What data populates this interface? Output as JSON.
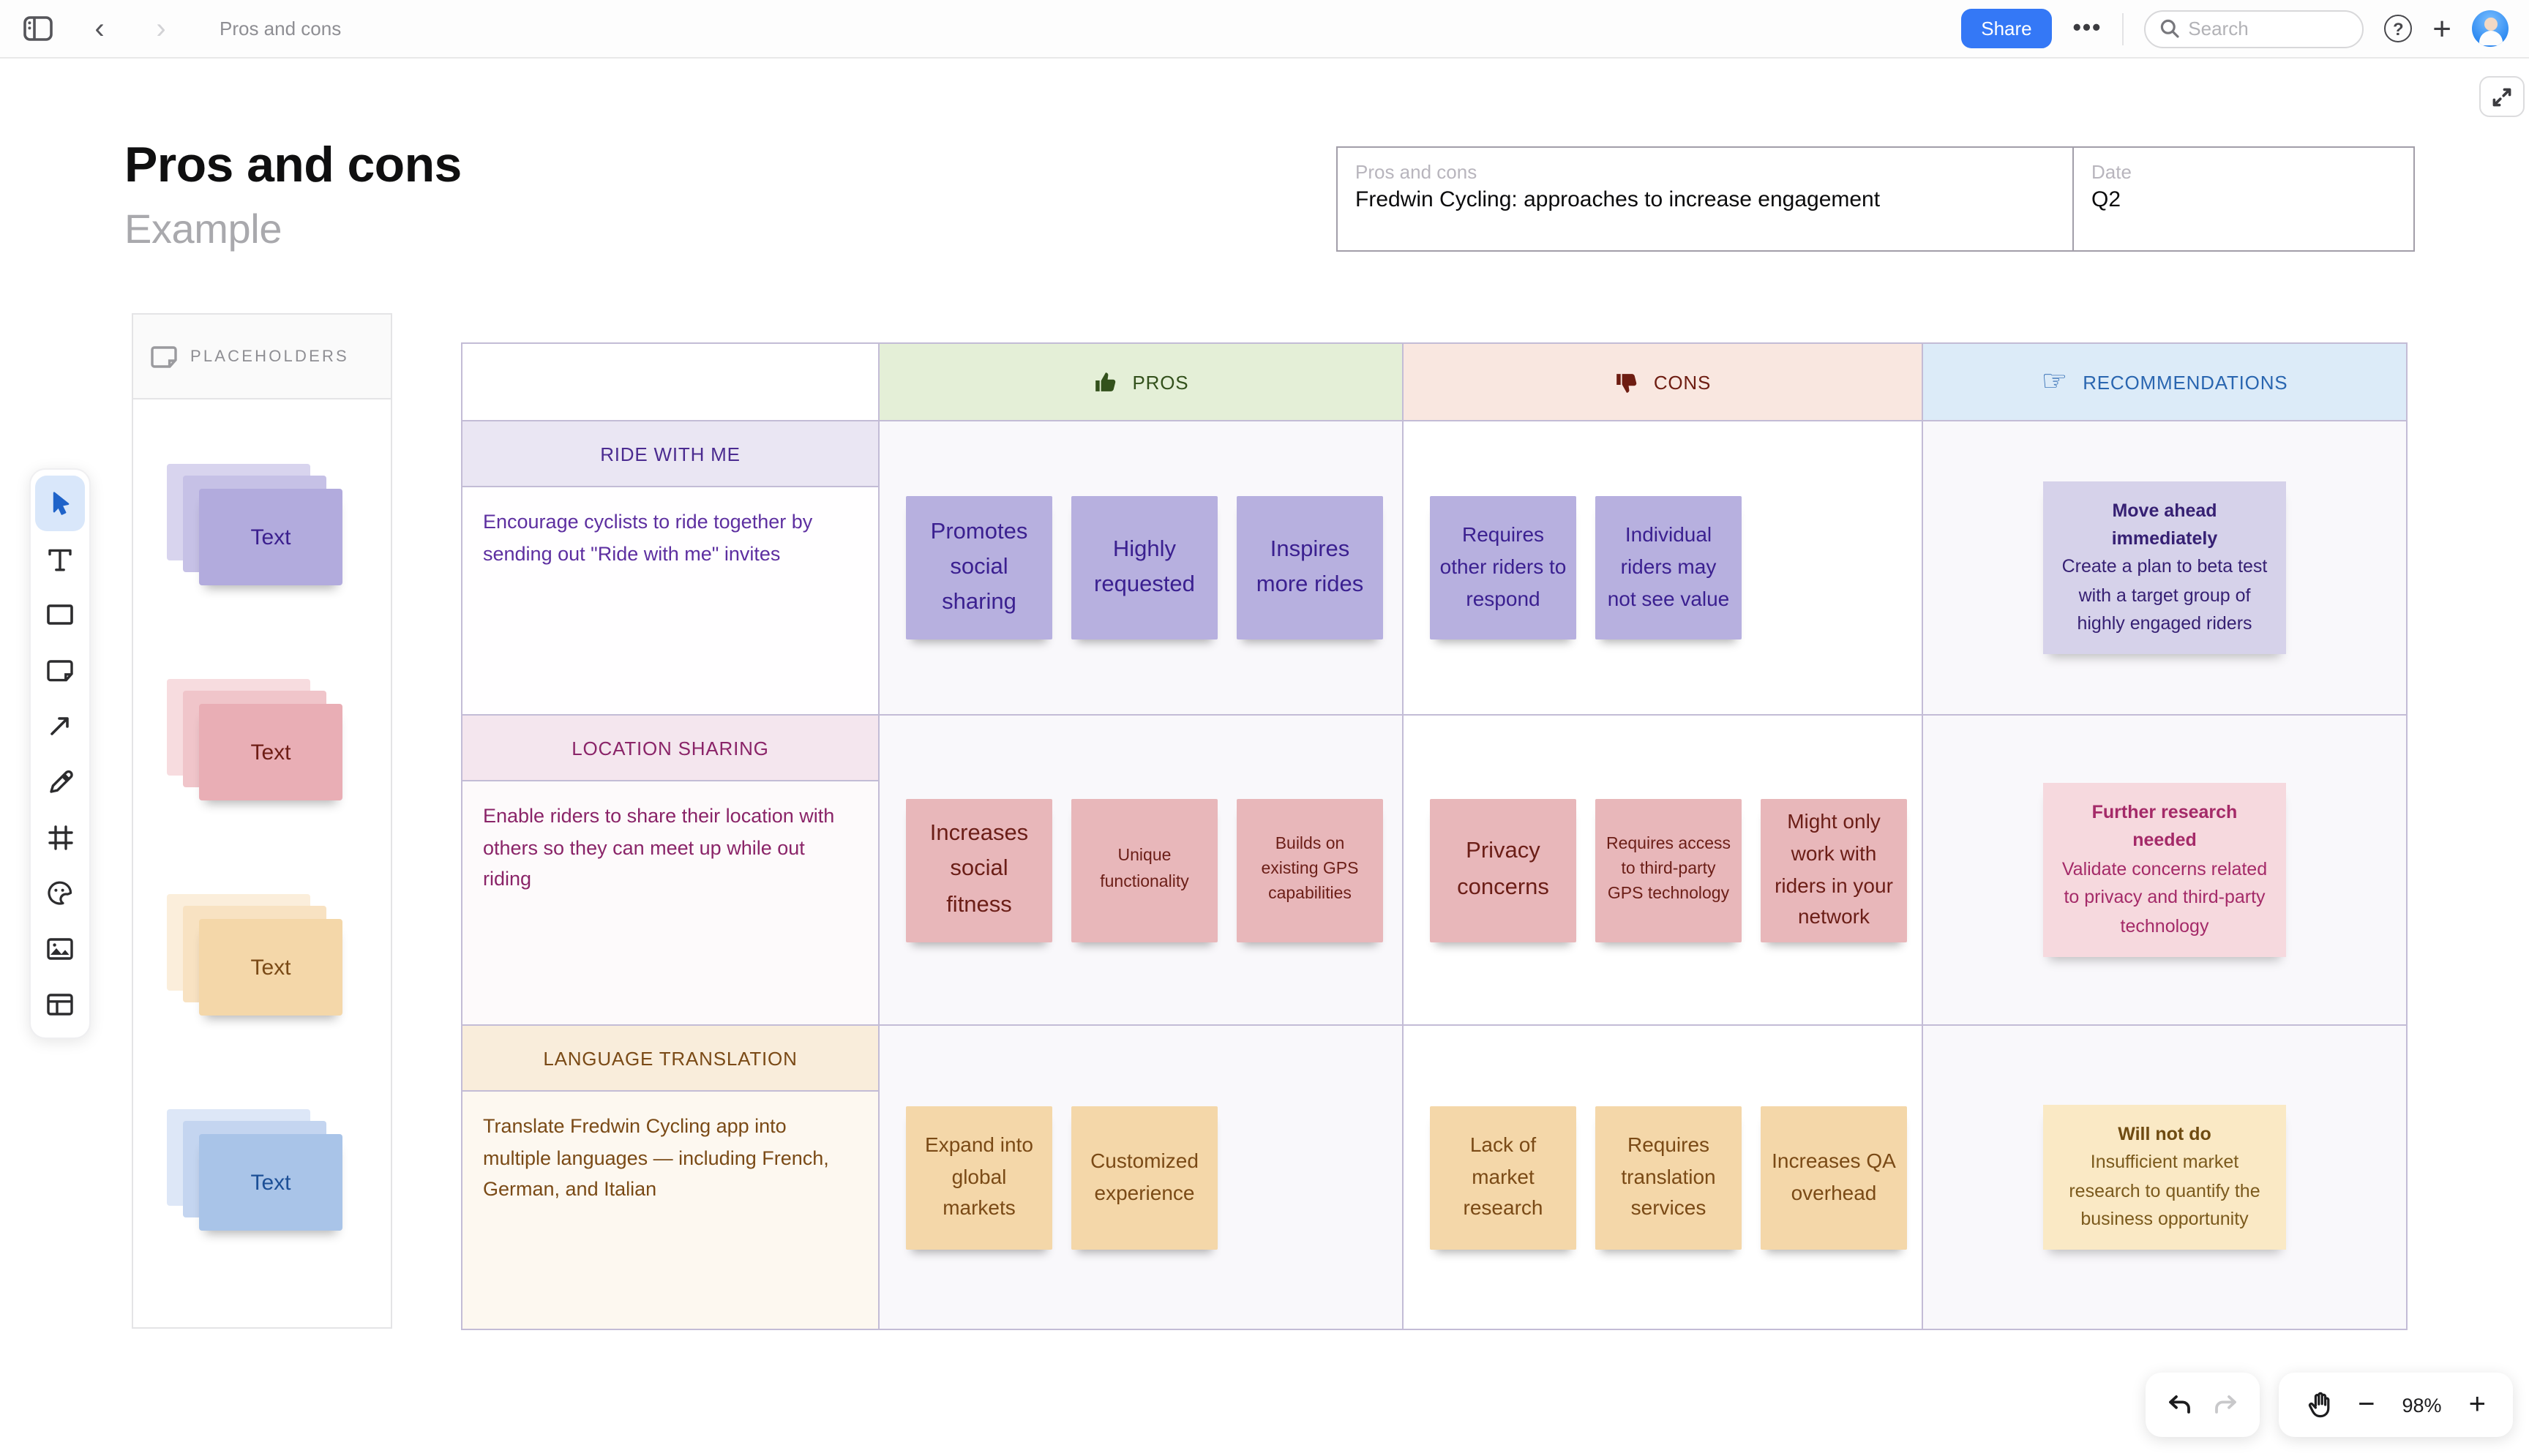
{
  "topbar": {
    "breadcrumb": "Pros and cons",
    "share_label": "Share",
    "more_label": "…",
    "search_placeholder": "Search",
    "icons": [
      "sidebar-icon",
      "back-chevron",
      "forward-chevron",
      "more-icon",
      "search-icon",
      "help-icon",
      "plus-icon",
      "avatar"
    ]
  },
  "canvas": {
    "title": "Pros and cons",
    "subtitle": "Example",
    "expand_icon": "expand-icon"
  },
  "info_table": {
    "name_label": "Pros and cons",
    "name_value": "Fredwin Cycling: approaches to increase engagement",
    "date_label": "Date",
    "date_value": "Q2"
  },
  "placeholders": {
    "header": "PLACEHOLDERS",
    "header_icon": "sticky-note-icon",
    "stacks": [
      {
        "theme": "purple",
        "label": "Text"
      },
      {
        "theme": "red",
        "label": "Text"
      },
      {
        "theme": "orange",
        "label": "Text"
      },
      {
        "theme": "blue",
        "label": "Text"
      }
    ]
  },
  "tool_rail": {
    "active_tool": "select",
    "tools": [
      "select",
      "text",
      "shape",
      "sticky-note",
      "connector",
      "pen",
      "frame",
      "sticker",
      "media",
      "table"
    ]
  },
  "matrix": {
    "columns": [
      {
        "key": "pros",
        "label": "PROS",
        "icon": "thumbs-up-icon"
      },
      {
        "key": "cons",
        "label": "CONS",
        "icon": "thumbs-down-icon"
      },
      {
        "key": "recommendations",
        "label": "RECOMMENDATIONS",
        "icon": "pointing-hand-icon"
      }
    ],
    "rows": [
      {
        "theme": "purple",
        "title": "RIDE WITH ME",
        "description": "Encourage cyclists to ride together by sending out \"Ride with me\" invites",
        "pros": [
          {
            "text": "Promotes social sharing",
            "size": "lg"
          },
          {
            "text": "Highly requested",
            "size": "lg"
          },
          {
            "text": "Inspires more rides",
            "size": "lg"
          }
        ],
        "cons": [
          {
            "text": "Requires other riders to respond",
            "size": "md"
          },
          {
            "text": "Individual riders may not see value",
            "size": "md"
          }
        ],
        "recommendation": {
          "title": "Move ahead immediately",
          "body": "Create a plan to beta test with a target group of highly engaged riders"
        }
      },
      {
        "theme": "pink",
        "title": "LOCATION SHARING",
        "description": "Enable riders to share their location with others so they can meet up while out riding",
        "pros": [
          {
            "text": "Increases social fitness",
            "size": "lg"
          },
          {
            "text": "Unique functionality",
            "size": "sm"
          },
          {
            "text": "Builds on existing GPS capabilities",
            "size": "sm"
          }
        ],
        "cons": [
          {
            "text": "Privacy concerns",
            "size": "lg"
          },
          {
            "text": "Requires access to third-party GPS technology",
            "size": "sm"
          },
          {
            "text": "Might only work with riders in your network",
            "size": "md"
          }
        ],
        "recommendation": {
          "title": "Further research needed",
          "body": "Validate concerns related to privacy and third-party technology"
        }
      },
      {
        "theme": "orange",
        "title": "LANGUAGE TRANSLATION",
        "description": "Translate Fredwin Cycling app into multiple languages — including French, German, and Italian",
        "pros": [
          {
            "text": "Expand into global markets",
            "size": "md"
          },
          {
            "text": "Customized experience",
            "size": "md"
          }
        ],
        "cons": [
          {
            "text": "Lack of market research",
            "size": "md"
          },
          {
            "text": "Requires translation services",
            "size": "md"
          },
          {
            "text": "Increases QA overhead",
            "size": "md"
          }
        ],
        "recommendation": {
          "title": "Will not do",
          "body": "Insufficient market research to quantify the business opportunity"
        }
      }
    ]
  },
  "controls": {
    "zoom_level": "98%",
    "icons": [
      "undo-icon",
      "redo-icon",
      "hand-icon",
      "zoom-out-icon",
      "zoom-in-icon"
    ]
  },
  "colors": {
    "accent_share": "#3478f6",
    "note_purple": "#b7b0df",
    "note_pink": "#e8b7ba",
    "note_orange": "#f4d7a9",
    "header_pros": "#e4efd7",
    "header_cons": "#f9e7e0",
    "header_recommendations": "#dcebf8",
    "grid_border": "#c3bcd6"
  }
}
